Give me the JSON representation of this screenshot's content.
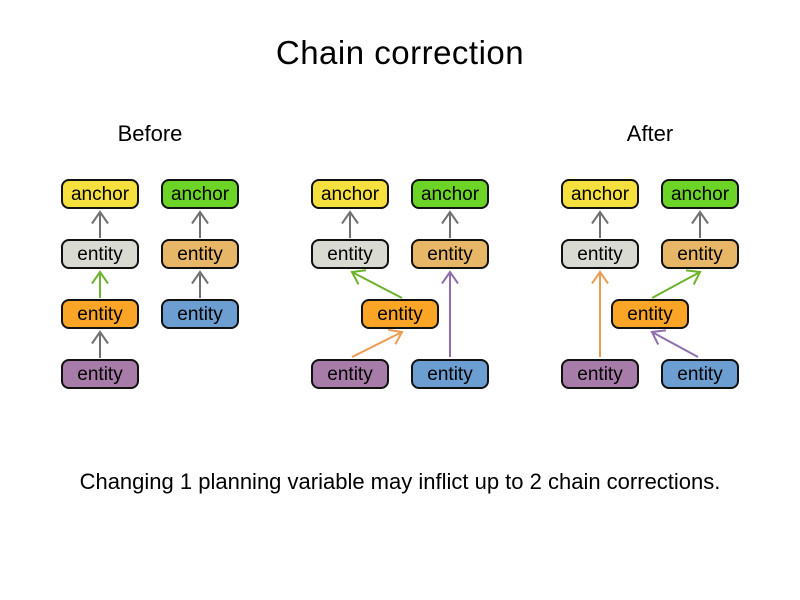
{
  "title": "Chain correction",
  "caption": "Changing 1 planning variable may inflict up to 2 chain corrections.",
  "colors": {
    "background": "#FFFFFF",
    "text": "#000000",
    "node_border": "#111111",
    "arrow_gray": "#707070",
    "arrow_green": "#6DB32B",
    "arrow_orange": "#EC9B52",
    "arrow_purple": "#8E6FAE"
  },
  "diagram": {
    "groups": [
      {
        "id": "before",
        "heading": "Before",
        "nodes": [
          {
            "id": "anchor-yellow",
            "label": "anchor",
            "fill": "#F6E03E"
          },
          {
            "id": "anchor-green",
            "label": "anchor",
            "fill": "#6CD426"
          },
          {
            "id": "entity-gray",
            "label": "entity",
            "fill": "#D9DBD3"
          },
          {
            "id": "entity-tan",
            "label": "entity",
            "fill": "#E7B666"
          },
          {
            "id": "entity-orange",
            "label": "entity",
            "fill": "#FAA525"
          },
          {
            "id": "entity-blue",
            "label": "entity",
            "fill": "#6D9ED1"
          },
          {
            "id": "entity-purple",
            "label": "entity",
            "fill": "#A87CA8"
          }
        ],
        "connections": [
          {
            "from": "entity-gray",
            "to": "anchor-yellow",
            "arrow_color": "gray"
          },
          {
            "from": "entity-orange",
            "to": "entity-gray",
            "arrow_color": "green"
          },
          {
            "from": "entity-purple",
            "to": "entity-orange",
            "arrow_color": "gray"
          },
          {
            "from": "entity-tan",
            "to": "anchor-green",
            "arrow_color": "gray"
          },
          {
            "from": "entity-blue",
            "to": "entity-tan",
            "arrow_color": "gray"
          }
        ]
      },
      {
        "id": "middle",
        "heading": "",
        "nodes": [
          {
            "id": "anchor-yellow",
            "label": "anchor",
            "fill": "#F6E03E"
          },
          {
            "id": "anchor-green",
            "label": "anchor",
            "fill": "#6CD426"
          },
          {
            "id": "entity-gray",
            "label": "entity",
            "fill": "#D9DBD3"
          },
          {
            "id": "entity-tan",
            "label": "entity",
            "fill": "#E7B666"
          },
          {
            "id": "entity-orange",
            "label": "entity",
            "fill": "#FAA525"
          },
          {
            "id": "entity-purple",
            "label": "entity",
            "fill": "#A87CA8"
          },
          {
            "id": "entity-blue",
            "label": "entity",
            "fill": "#6D9ED1"
          }
        ],
        "connections": [
          {
            "from": "entity-gray",
            "to": "anchor-yellow",
            "arrow_color": "gray"
          },
          {
            "from": "entity-tan",
            "to": "anchor-green",
            "arrow_color": "gray"
          },
          {
            "from": "entity-orange",
            "to": "entity-gray",
            "arrow_color": "green"
          },
          {
            "from": "entity-purple",
            "to": "entity-orange",
            "arrow_color": "orange"
          },
          {
            "from": "entity-blue",
            "to": "entity-tan",
            "arrow_color": "purple"
          }
        ]
      },
      {
        "id": "after",
        "heading": "After",
        "nodes": [
          {
            "id": "anchor-yellow",
            "label": "anchor",
            "fill": "#F6E03E"
          },
          {
            "id": "anchor-green",
            "label": "anchor",
            "fill": "#6CD426"
          },
          {
            "id": "entity-gray",
            "label": "entity",
            "fill": "#D9DBD3"
          },
          {
            "id": "entity-tan",
            "label": "entity",
            "fill": "#E7B666"
          },
          {
            "id": "entity-orange",
            "label": "entity",
            "fill": "#FAA525"
          },
          {
            "id": "entity-purple",
            "label": "entity",
            "fill": "#A87CA8"
          },
          {
            "id": "entity-blue",
            "label": "entity",
            "fill": "#6D9ED1"
          }
        ],
        "connections": [
          {
            "from": "entity-gray",
            "to": "anchor-yellow",
            "arrow_color": "gray"
          },
          {
            "from": "entity-tan",
            "to": "anchor-green",
            "arrow_color": "gray"
          },
          {
            "from": "entity-purple",
            "to": "entity-gray",
            "arrow_color": "orange"
          },
          {
            "from": "entity-orange",
            "to": "entity-tan",
            "arrow_color": "green"
          },
          {
            "from": "entity-blue",
            "to": "entity-orange",
            "arrow_color": "purple"
          }
        ]
      }
    ]
  }
}
